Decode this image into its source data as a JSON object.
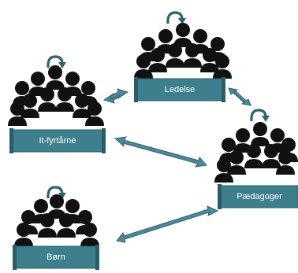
{
  "groups": [
    {
      "id": "ledelse",
      "label": "Ledelse"
    },
    {
      "id": "it",
      "label": "It-fyrtårne"
    },
    {
      "id": "paedagoger",
      "label": "Pædagoger"
    },
    {
      "id": "born",
      "label": "Børn"
    }
  ],
  "colors": {
    "banner": "#3d7f8c",
    "banner_edge": "#2a5d68",
    "people": "#111111",
    "arrow": "#4c8a98",
    "arrow_edge": "#2e6370"
  }
}
